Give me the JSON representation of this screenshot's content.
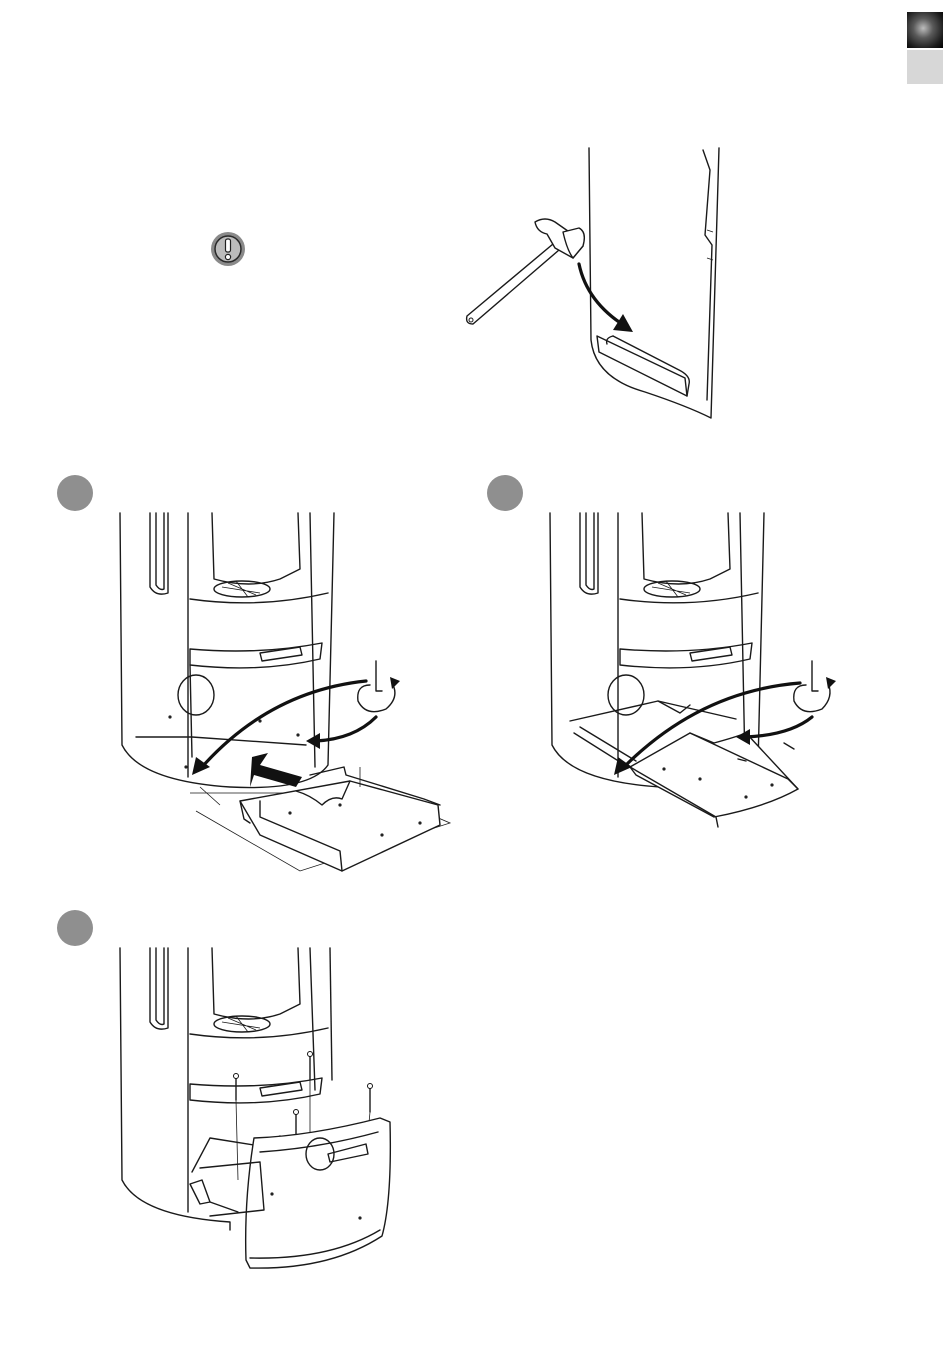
{
  "header": {
    "tab_dark_color": "#1b1b1b",
    "tab_light_color": "#d7d7d7"
  },
  "icons": {
    "warning": "exclamation-circle-icon",
    "hex_key": "allen-key-rotate-icon",
    "hammer": "hammer-icon"
  },
  "steps": {
    "badge_color": "#8f8f8f"
  },
  "figures": [
    {
      "name": "knock-out-panel",
      "content": "hammer-knocks-out-side-panel"
    },
    {
      "name": "step-1",
      "content": "slide-bracket-into-stove-base"
    },
    {
      "name": "step-2",
      "content": "screw-bracket-to-base"
    },
    {
      "name": "step-3",
      "content": "attach-front-drawer-panel"
    }
  ]
}
